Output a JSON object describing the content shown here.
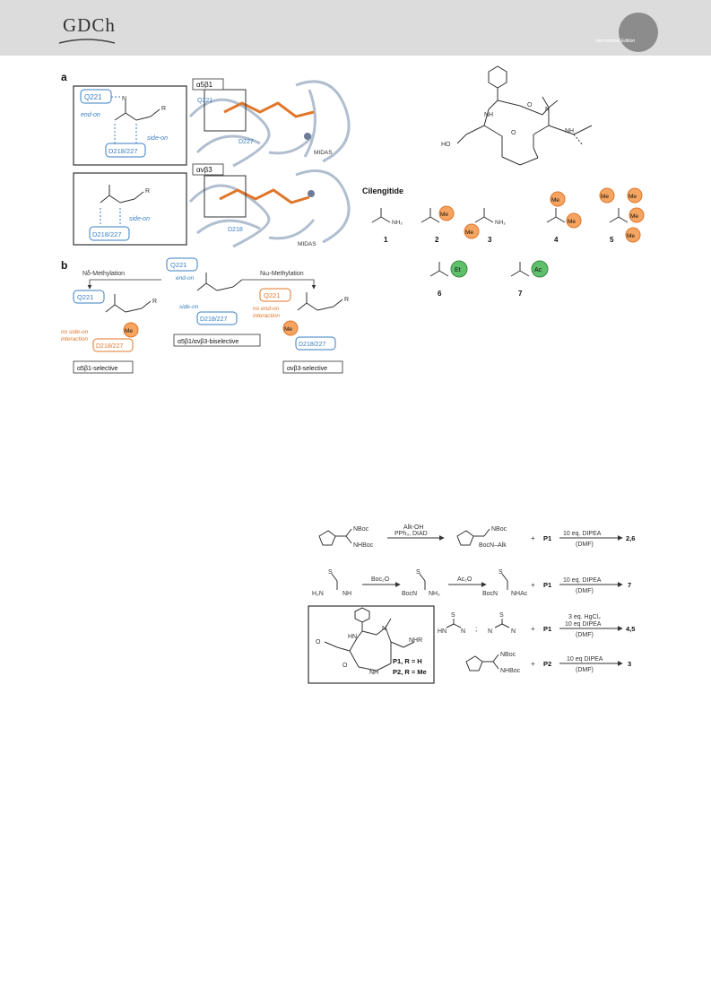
{
  "header": {
    "logo_text": "GDCh",
    "edition_label": "International Edition",
    "circle_color": "#8c8c8c"
  },
  "figure1": {
    "panel_a": "a",
    "panel_b": "b",
    "residues": {
      "q221": "Q221",
      "d218_227": "D218/227",
      "d227": "D227",
      "d218": "D218",
      "midas": "MIDAS"
    },
    "labels": {
      "end_on": "end-on",
      "side_on": "side-on",
      "a5b1": "α5β1",
      "avb3": "αvβ3",
      "r": "R",
      "h": "H",
      "n": "N",
      "me": "Me",
      "et": "Et",
      "ac": "Ac",
      "nh2": "NH₂",
      "nh": "NH",
      "o": "O",
      "ho": "HO",
      "cilengitide": "Cilengitide"
    },
    "compound_numbers": [
      "1",
      "2",
      "3",
      "4",
      "5",
      "6",
      "7"
    ],
    "panel_b_text": {
      "n_delta_methylation": "Nδ-Methylation",
      "n_omega_methylation": "Nω-Methylation",
      "no_side_on_1": "no side-on",
      "no_side_on_2": "interaction",
      "no_end_on_1": "no end-on",
      "no_end_on_2": "interaction",
      "a5b1_selective": "α5β1-selective",
      "biselective": "α5β1/αvβ3-biselective",
      "avb3_selective": "αvβ3-selective"
    },
    "colors": {
      "blue": "#3a7fc1",
      "orange": "#e0762a",
      "orange_fill": "#f5a561",
      "green_fill": "#5fbf6a",
      "protein": "#a9b8cc"
    }
  },
  "scheme": {
    "row1": {
      "reagent_top": "Alk-OH",
      "reagent_bottom": "PPh₃, DIAD",
      "nboc": "NBoc",
      "nhboc": "NHBoc",
      "product_label": "BocN–Alk",
      "plus": "+",
      "p1": "P1",
      "cond_top": "10 eq. DIPEA",
      "cond_bottom": "(DMF)",
      "result": "2,6"
    },
    "row2": {
      "reagent1": "Boc₂O",
      "reagent2": "Ac₂O",
      "s": "S",
      "h2n": "H₂N",
      "nh": "NH",
      "nh2": "NH₂",
      "bocn": "BocN",
      "nhac": "NHAc",
      "plus": "+",
      "p1": "P1",
      "cond_top": "10 eq. DIPEA",
      "cond_bottom": "(DMF)",
      "result": "7"
    },
    "row3": {
      "s": "S",
      "hn": "HN",
      "n": "N",
      "sep": ";",
      "plus": "+",
      "p1": "P1",
      "cond_top": "3 eq. HgCl₂",
      "cond_mid": "10 eq DIPEA",
      "cond_bottom": "(DMF)",
      "result": "4,5"
    },
    "row4": {
      "nboc": "NBoc",
      "nhboc": "NHBoc",
      "plus": "+",
      "p2": "P2",
      "cond_top": "10 eq DIPEA",
      "cond_bottom": "(DMF)",
      "result": "3"
    },
    "box": {
      "p1_label": "P1, R = H",
      "p2_label": "P2, R = Me",
      "nhr": "NHR",
      "o": "O",
      "hn": "HN",
      "nh": "NH",
      "n": "N"
    }
  }
}
